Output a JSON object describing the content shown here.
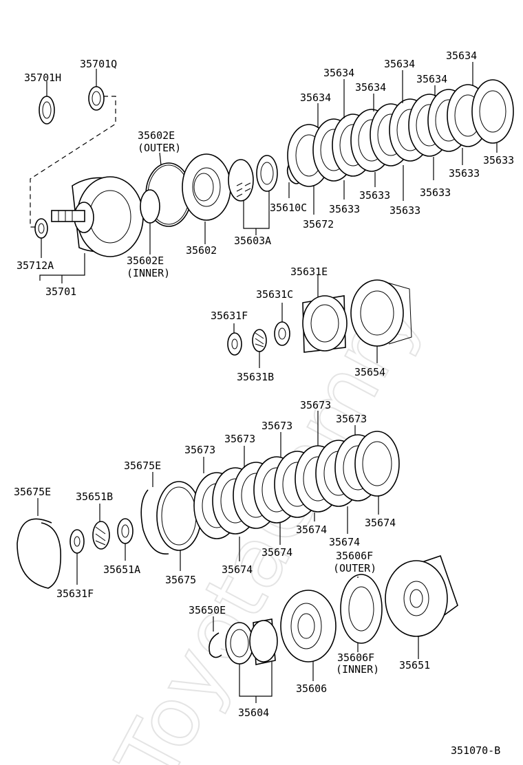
{
  "watermark": "ToyotaCamry",
  "figure_code": "351070-B",
  "labels": {
    "p35701H": "35701H",
    "p35701Q": "35701Q",
    "p35602E_outer": "35602E",
    "p35602E_outer_note": "(OUTER)",
    "p35712A": "35712A",
    "p35701": "35701",
    "p35602E_inner": "35602E",
    "p35602E_inner_note": "(INNER)",
    "p35602": "35602",
    "p35603A": "35603A",
    "p35610C": "35610C",
    "p35672": "35672",
    "p35634_a": "35634",
    "p35634_b": "35634",
    "p35634_c": "35634",
    "p35634_d": "35634",
    "p35634_e": "35634",
    "p35634_f": "35634",
    "p35633_a": "35633",
    "p35633_b": "35633",
    "p35633_c": "35633",
    "p35633_d": "35633",
    "p35633_e": "35633",
    "p35633_f": "35633",
    "p35631E": "35631E",
    "p35631C": "35631C",
    "p35631F_top": "35631F",
    "p35631B": "35631B",
    "p35654": "35654",
    "p35673_a": "35673",
    "p35673_b": "35673",
    "p35673_c": "35673",
    "p35673_d": "35673",
    "p35673_e": "35673",
    "p35675E_a": "35675E",
    "p35675E_b": "35675E",
    "p35651B": "35651B",
    "p35651A": "35651A",
    "p35631F_bottom": "35631F",
    "p35675": "35675",
    "p35674_a": "35674",
    "p35674_b": "35674",
    "p35674_c": "35674",
    "p35674_d": "35674",
    "p35674_e": "35674",
    "p35606F_outer": "35606F",
    "p35606F_outer_note": "(OUTER)",
    "p35606F_inner": "35606F",
    "p35606F_inner_note": "(INNER)",
    "p35650E": "35650E",
    "p35651": "35651",
    "p35606": "35606",
    "p35604": "35604"
  }
}
